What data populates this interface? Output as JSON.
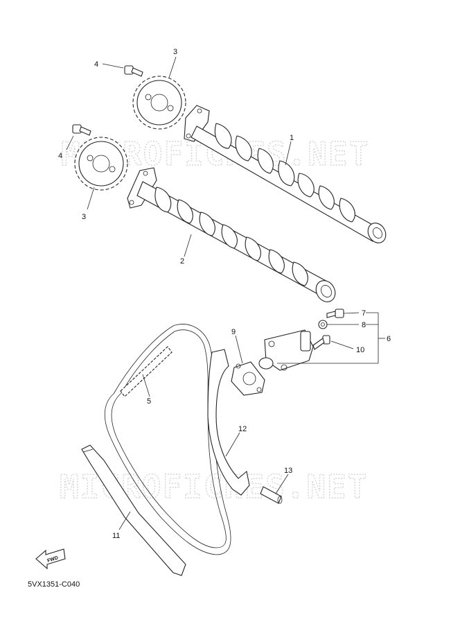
{
  "watermark": "MICROFICHES.NET",
  "diagram_code": "5VX1351-C040",
  "fwd_label": "FWD",
  "callouts": {
    "c1": "1",
    "c2": "2",
    "c3a": "3",
    "c3b": "3",
    "c4a": "4",
    "c4b": "4",
    "c5": "5",
    "c6": "6",
    "c7": "7",
    "c8": "8",
    "c9": "9",
    "c10": "10",
    "c11": "11",
    "c12": "12",
    "c13": "13"
  }
}
